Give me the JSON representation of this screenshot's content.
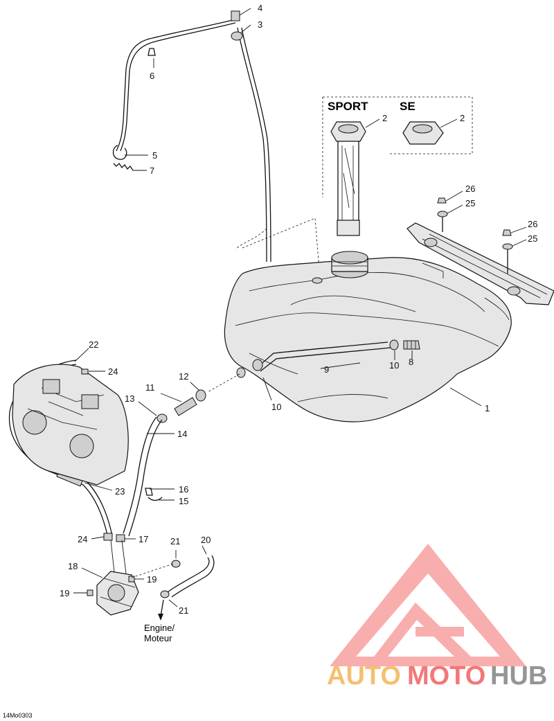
{
  "diagram": {
    "variant_labels": {
      "sport": "SPORT",
      "se": "SE"
    },
    "callouts": {
      "c1": "1",
      "c2a": "2",
      "c2b": "2",
      "c3": "3",
      "c4": "4",
      "c5": "5",
      "c6": "6",
      "c7": "7",
      "c8": "8",
      "c9": "9",
      "c10a": "10",
      "c10b": "10",
      "c11": "11",
      "c12": "12",
      "c13": "13",
      "c14": "14",
      "c15": "15",
      "c16": "16",
      "c17": "17",
      "c18": "18",
      "c19a": "19",
      "c19b": "19",
      "c20": "20",
      "c21a": "21",
      "c21b": "21",
      "c22": "22",
      "c23": "23",
      "c24a": "24",
      "c24b": "24",
      "c25a": "25",
      "c25b": "25",
      "c26a": "26",
      "c26b": "26"
    },
    "engine_label_line1": "Engine/",
    "engine_label_line2": "Moteur",
    "drawing_code": "14Mo0303"
  },
  "watermark": {
    "text_part1": "AUTO",
    "text_part2": "MOTO",
    "text_part3": "HUB",
    "colors": {
      "orange": "#f5b961",
      "red": "#f26a6a",
      "gray": "#8a8a8a"
    }
  }
}
